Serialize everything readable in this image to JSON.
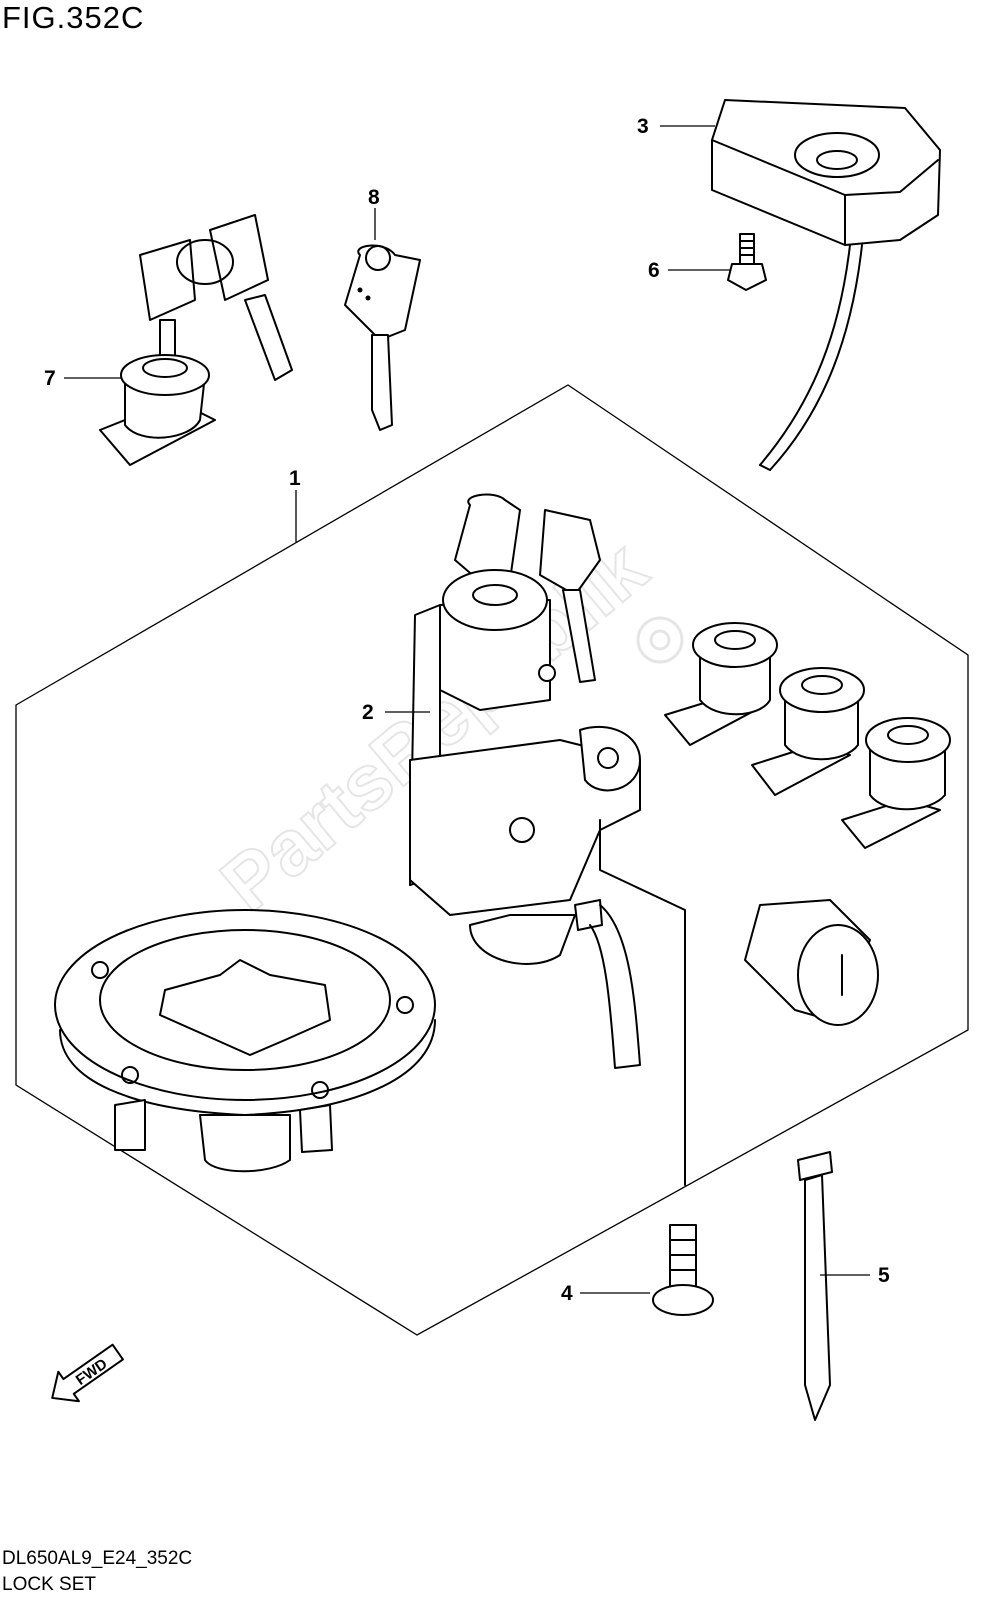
{
  "figure": {
    "title": "FIG.352C",
    "code": "DL650AL9_E24_352C",
    "name": "LOCK SET"
  },
  "callouts": [
    {
      "id": 1,
      "label": "1"
    },
    {
      "id": 2,
      "label": "2"
    },
    {
      "id": 3,
      "label": "3"
    },
    {
      "id": 4,
      "label": "4"
    },
    {
      "id": 5,
      "label": "5"
    },
    {
      "id": 6,
      "label": "6"
    },
    {
      "id": 7,
      "label": "7"
    },
    {
      "id": 8,
      "label": "8"
    }
  ],
  "direction_marker": {
    "label": "FWD"
  },
  "watermark": {
    "text": "PartsRepublik"
  }
}
